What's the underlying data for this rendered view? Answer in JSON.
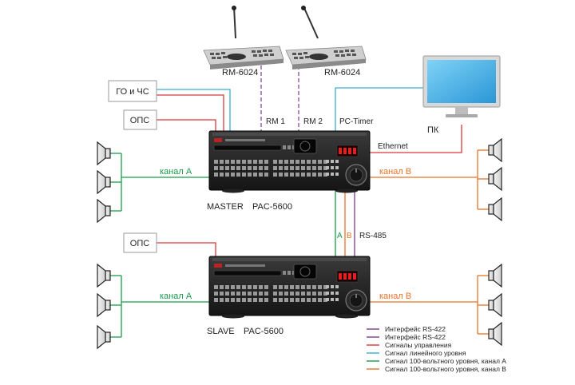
{
  "consoles": {
    "left_label": "RM-6024",
    "right_label": "RM-6024"
  },
  "boxes": {
    "go_chs": "ГО и ЧС",
    "ops_master": "ОПС",
    "ops_slave": "ОПС"
  },
  "pc": {
    "label": "ПК"
  },
  "wire_labels": {
    "rm1": "RM 1",
    "rm2": "RM 2",
    "pc_timer": "PC-Timer",
    "ethernet": "Ethernet",
    "rs485": "RS-485",
    "bus_a": "A",
    "bus_b": "B"
  },
  "master": {
    "name": "MASTER",
    "model": "PAC-5600",
    "channel_a": "канал А",
    "channel_b": "канал В"
  },
  "slave": {
    "name": "SLAVE",
    "model": "PAC-5600",
    "channel_a": "канал А",
    "channel_b": "канал В"
  },
  "legend": [
    {
      "label": "Интерфейс RS-422",
      "color": "#7a3c8c"
    },
    {
      "label": "Интерфейс RS-422",
      "color": "#7a3c8c"
    },
    {
      "label": "Сигналы управления",
      "color": "#d9383a"
    },
    {
      "label": "Сигнал линейного уровня",
      "color": "#3aaed8"
    },
    {
      "label": "Сигнал 100-вольтного уровня, канал А",
      "color": "#1a9a4a"
    },
    {
      "label": "Сигнал 100-вольтного уровня, канал В",
      "color": "#e8732a"
    }
  ],
  "colors": {
    "rs422": "#7a3c8c",
    "control": "#d9383a",
    "line": "#3aaed8",
    "channel_a": "#1a9a4a",
    "channel_b": "#e8732a"
  }
}
